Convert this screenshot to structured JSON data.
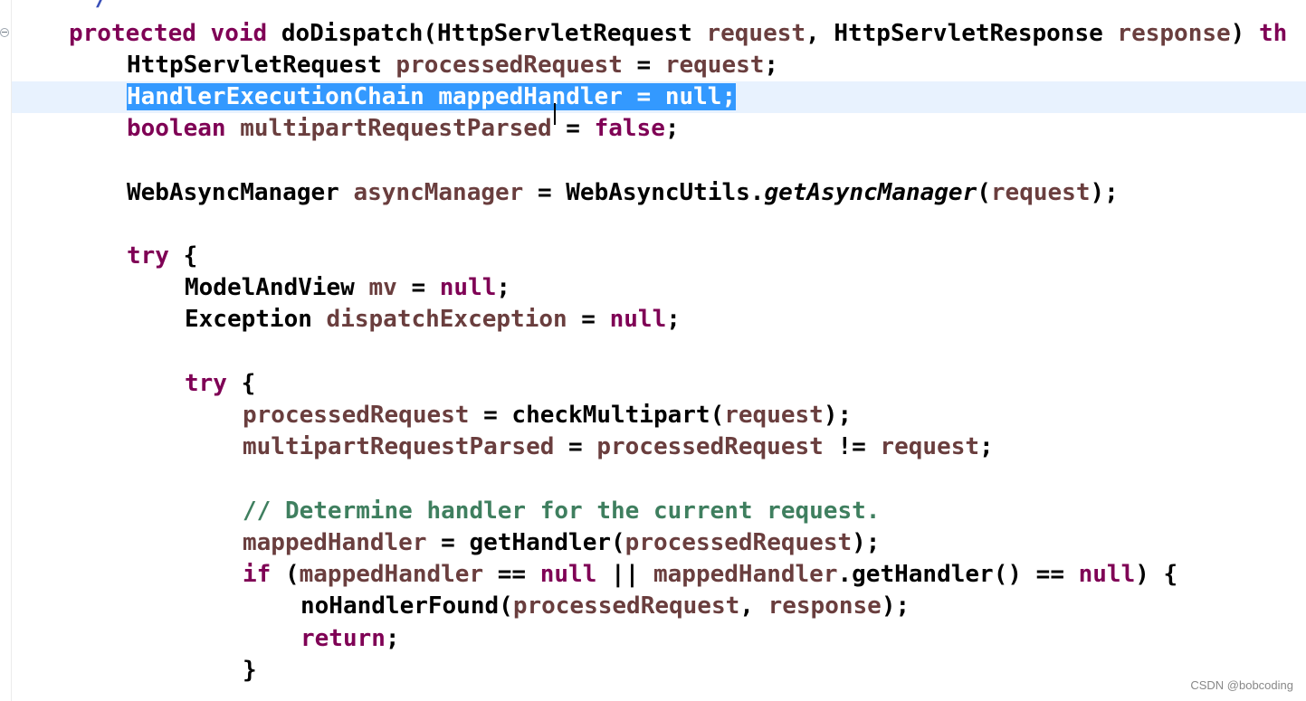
{
  "editor": {
    "line0": {
      "a": "*/"
    },
    "line1": {
      "kw1": "protected",
      "kw2": "void",
      "m": "doDispatch",
      "t1": "HttpServletRequest",
      "v1": "request",
      "t2": "HttpServletResponse",
      "v2": "response",
      "tail": "th"
    },
    "line2": {
      "t": "HttpServletRequest",
      "v": "processedRequest",
      "v2": "request"
    },
    "line3": {
      "sel": "HandlerExecutionChain mappedHandler = null;"
    },
    "line4": {
      "kw": "boolean",
      "v": "multipartRequestParsed",
      "kw2": "false"
    },
    "line5": {
      "t": "WebAsyncManager",
      "v": "asyncManager",
      "c": "WebAsyncUtils",
      "m": "getAsyncManager",
      "v2": "request"
    },
    "line6": {
      "kw": "try"
    },
    "line7": {
      "t": "ModelAndView",
      "v": "mv",
      "kw": "null"
    },
    "line8": {
      "t": "Exception",
      "v": "dispatchException",
      "kw": "null"
    },
    "line9": {
      "kw": "try"
    },
    "line10": {
      "v": "processedRequest",
      "m": "checkMultipart",
      "v2": "request"
    },
    "line11": {
      "v": "multipartRequestParsed",
      "v2": "processedRequest",
      "v3": "request"
    },
    "line12": {
      "cmt": "// Determine handler for the current request."
    },
    "line13": {
      "v": "mappedHandler",
      "m": "getHandler",
      "v2": "processedRequest"
    },
    "line14": {
      "kw": "if",
      "v": "mappedHandler",
      "kw2": "null",
      "v2": "mappedHandler",
      "m": "getHandler",
      "kw3": "null"
    },
    "line15": {
      "m": "noHandlerFound",
      "v": "processedRequest",
      "v2": "response"
    },
    "line16": {
      "kw": "return"
    }
  },
  "watermark": "CSDN @bobcoding"
}
